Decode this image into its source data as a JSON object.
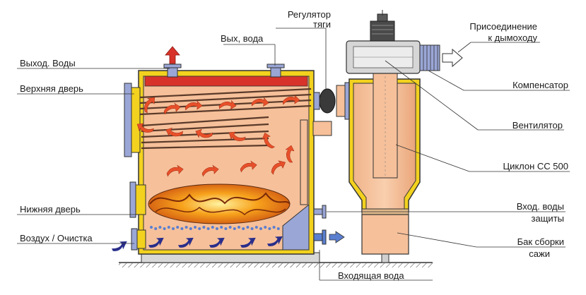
{
  "labels": {
    "water_outlet": "Выход. Воды",
    "upper_door": "Верхняя дверь",
    "lower_door": "Нижняя дверь",
    "air_cleaning": "Воздух / Очистка",
    "water_out_short": "Вых, вода",
    "draft_regulator_line1": "Регулятор",
    "draft_regulator_line2": "тяги",
    "chimney_connection_line1": "Присоединение",
    "chimney_connection_line2": "к дымоходу",
    "compensator": "Компенсатор",
    "fan": "Вентилятор",
    "cyclone": "Циклон СС 500",
    "protection_water_line1": "Вход. воды",
    "protection_water_line2": "защиты",
    "soot_tank_line1": "Бак сборки",
    "soot_tank_line2": "сажи",
    "water_inlet": "Входящая вода"
  },
  "colors": {
    "boiler_body": "#f6c09a",
    "insulation": "#f3d21f",
    "outline": "#2b2b2b",
    "flame": "#f08a1a",
    "hot_arrow": "#e8502a",
    "cold_arrow": "#2a2e8a",
    "water_tank": "#9aa6d6",
    "pipe_blue": "#5a7fd0",
    "tube": "#5a3a2a",
    "red_header": "#d8332a"
  }
}
